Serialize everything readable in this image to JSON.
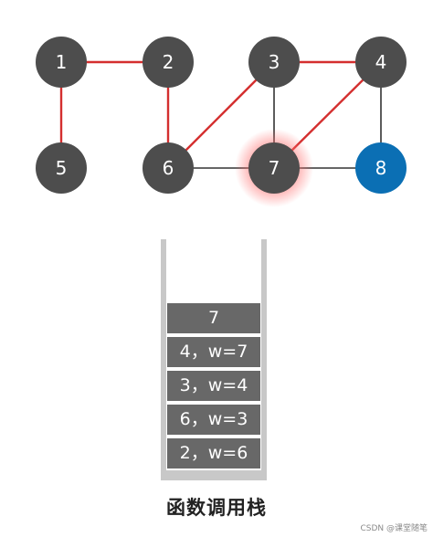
{
  "graph": {
    "nodes": [
      {
        "id": "1",
        "label": "1",
        "state": "default"
      },
      {
        "id": "2",
        "label": "2",
        "state": "default"
      },
      {
        "id": "3",
        "label": "3",
        "state": "default"
      },
      {
        "id": "4",
        "label": "4",
        "state": "default"
      },
      {
        "id": "5",
        "label": "5",
        "state": "default"
      },
      {
        "id": "6",
        "label": "6",
        "state": "default"
      },
      {
        "id": "7",
        "label": "7",
        "state": "current"
      },
      {
        "id": "8",
        "label": "8",
        "state": "target"
      }
    ],
    "edges": [
      {
        "from": "1",
        "to": "2",
        "path": true
      },
      {
        "from": "1",
        "to": "5",
        "path": true
      },
      {
        "from": "2",
        "to": "6",
        "path": true
      },
      {
        "from": "6",
        "to": "3",
        "path": true
      },
      {
        "from": "3",
        "to": "4",
        "path": true
      },
      {
        "from": "4",
        "to": "7",
        "path": true
      },
      {
        "from": "3",
        "to": "7",
        "path": false
      },
      {
        "from": "6",
        "to": "7",
        "path": false
      },
      {
        "from": "7",
        "to": "8",
        "path": false
      },
      {
        "from": "4",
        "to": "8",
        "path": false
      }
    ],
    "colors": {
      "node": "#4d4d4d",
      "target": "#0b6fb4",
      "current_glow": "#ff6b6b",
      "path_edge": "#d42f2f",
      "edge": "#333333",
      "label": "#ffffff"
    }
  },
  "stack": {
    "frames": [
      "7",
      "4，w=7",
      "3，w=4",
      "6，w=3",
      "2，w=6"
    ],
    "caption": "函数调用栈",
    "colors": {
      "frame": "#686868",
      "wall": "#c8c8c8"
    }
  },
  "watermark": "CSDN @课堂随笔"
}
